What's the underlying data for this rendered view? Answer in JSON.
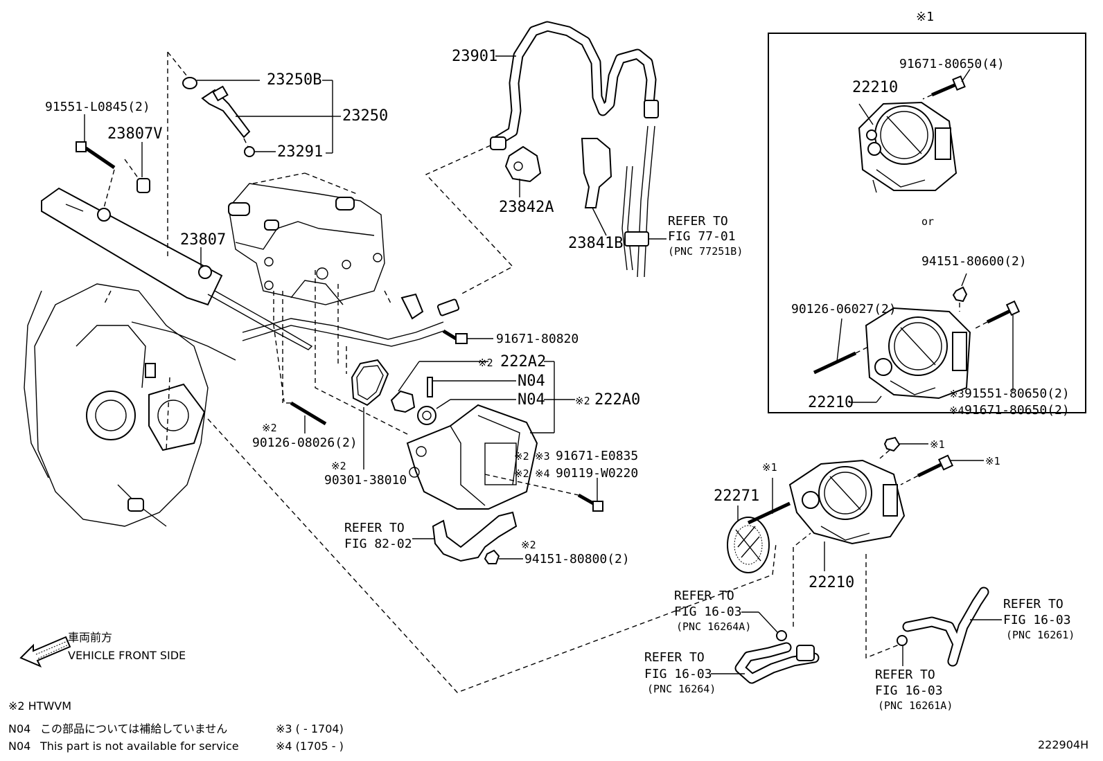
{
  "labels": {
    "p23250B": "23250B",
    "p23250": "23250",
    "p23291": "23291",
    "p91551_L0845": "91551-L0845(2)",
    "p23807V": "23807V",
    "p23807": "23807",
    "p23901": "23901",
    "p23842A": "23842A",
    "p23841B": "23841B",
    "p91671_80820": "91671-80820",
    "p222A2": "222A2",
    "pN04_a": "N04",
    "pN04_b": "N04",
    "p222A0": "222A0",
    "p90126_08026": "90126-08026(2)",
    "p90301_38010": "90301-38010",
    "p91671_E0835": "91671-E0835",
    "p90119_W0220": "90119-W0220",
    "p94151_80800": "94151-80800(2)",
    "p22271": "22271",
    "p22210_main": "22210",
    "box_22210_a": "22210",
    "box_91671_80650_4": "91671-80650(4)",
    "box_or": "or",
    "box_94151_80600": "94151-80600(2)",
    "box_90126_06027": "90126-06027(2)",
    "box_22210_b": "22210",
    "box_91551_80650": "91551-80650(2)",
    "box_91671_80650_2": "91671-80650(2)",
    "box_note": "※1"
  },
  "marks": {
    "m1": "※1",
    "m2": "※2",
    "m3": "※3",
    "m4": "※4"
  },
  "refs": {
    "r77_refer": "REFER TO",
    "r77_fig": "FIG 77-01",
    "r77_pnc": "(PNC 77251B)",
    "r82_refer": "REFER TO",
    "r82_fig": "FIG 82-02",
    "r16a_refer": "REFER TO",
    "r16a_fig": "FIG 16-03",
    "r16a_pnc": "(PNC 16264A)",
    "r16b_refer": "REFER TO",
    "r16b_fig": "FIG 16-03",
    "r16b_pnc": "(PNC 16264)",
    "r16c_refer": "REFER TO",
    "r16c_fig": "FIG 16-03",
    "r16c_pnc": "(PNC 16261)",
    "r16d_refer": "REFER TO",
    "r16d_fig": "FIG 16-03",
    "r16d_pnc": "(PNC 16261A)"
  },
  "front": {
    "jp": "車両前方",
    "en": "VEHICLE FRONT SIDE"
  },
  "legend": {
    "htwvm": "※2 HTWVM",
    "n04_jp_code": "N04",
    "n04_jp": "この部品については補給していません",
    "n04_en_code": "N04",
    "n04_en": "This part is not available for service",
    "mark3": "※3 (      - 1704)",
    "mark4": "※4 (1705 -      )"
  },
  "figure_id": "222904H"
}
